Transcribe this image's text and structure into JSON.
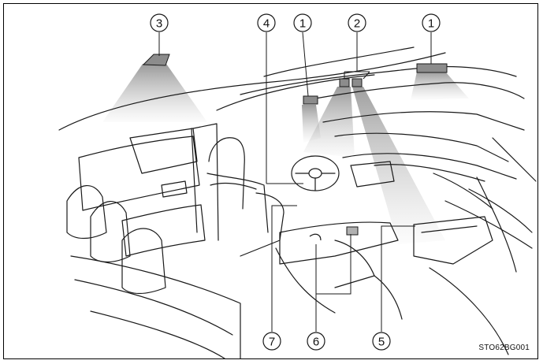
{
  "diagram": {
    "callouts": [
      {
        "id": "callout-3",
        "label": "3"
      },
      {
        "id": "callout-4",
        "label": "4"
      },
      {
        "id": "callout-1-left",
        "label": "1"
      },
      {
        "id": "callout-2",
        "label": "2"
      },
      {
        "id": "callout-1-right",
        "label": "1"
      },
      {
        "id": "callout-7",
        "label": "7"
      },
      {
        "id": "callout-6",
        "label": "6"
      },
      {
        "id": "callout-5",
        "label": "5"
      }
    ],
    "figure_code": "STO62BG001"
  },
  "colors": {
    "line": "#1a1a1a",
    "light_beam": "#9a9a9a",
    "lamp": "#8c8c8c",
    "frame": "#000000"
  }
}
